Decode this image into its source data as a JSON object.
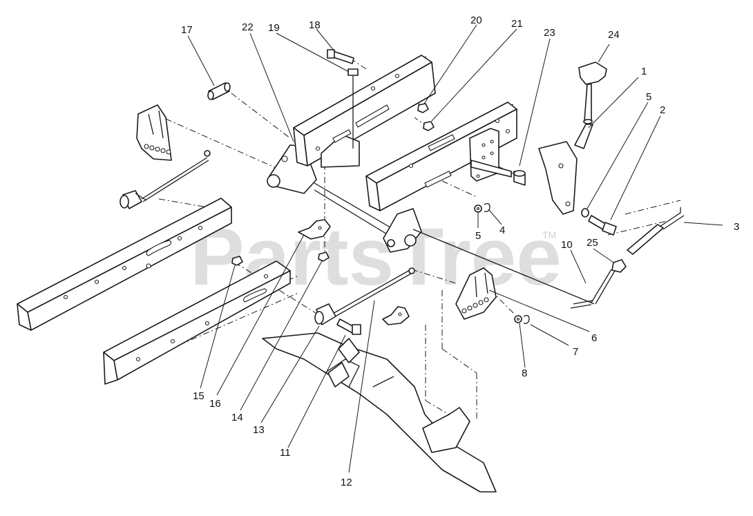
{
  "watermark": {
    "text": "PartsTree",
    "trademark": "TM"
  },
  "callouts": {
    "c1": "1",
    "c2": "2",
    "c3": "3",
    "c4": "4",
    "c5a": "5",
    "c5b": "5",
    "c6": "6",
    "c7": "7",
    "c8": "8",
    "c10": "10",
    "c11": "11",
    "c12": "12",
    "c13": "13",
    "c14": "14",
    "c15": "15",
    "c16": "16",
    "c17": "17",
    "c18": "18",
    "c19": "19",
    "c20": "20",
    "c21": "21",
    "c22": "22",
    "c23": "23",
    "c24": "24",
    "c25": "25"
  }
}
